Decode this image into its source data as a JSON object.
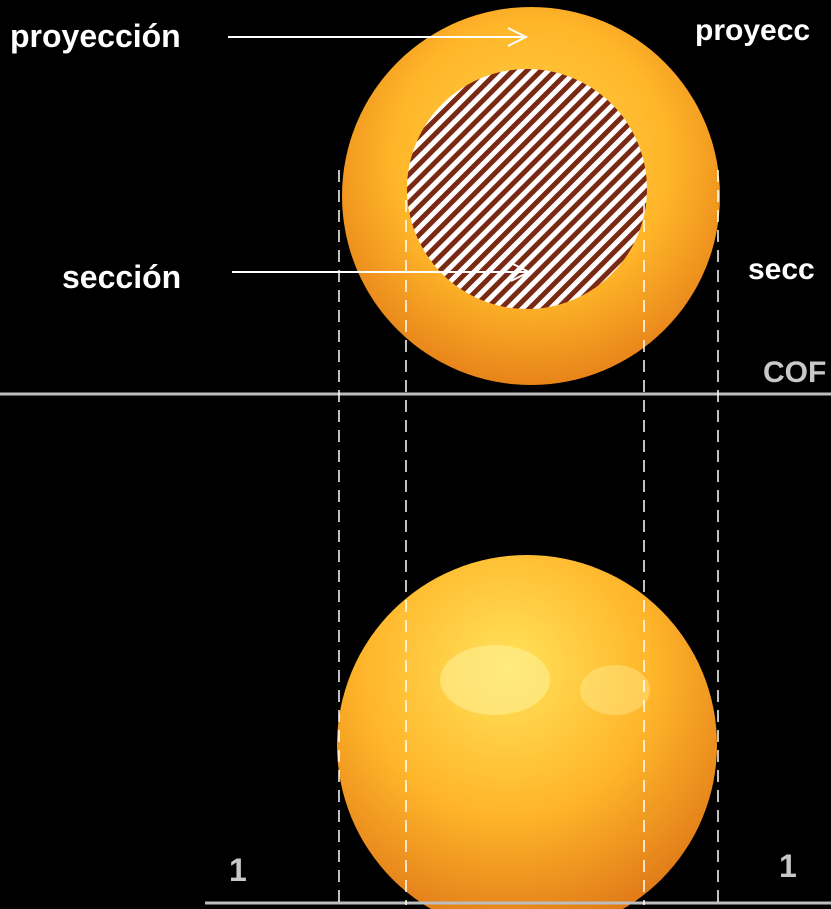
{
  "labels": {
    "proyeccion_left": "proyección",
    "proyeccion_right": "proyecc",
    "seccion_left": "sección",
    "seccion_right": "secc",
    "cut_label": "COF",
    "number_left": "1",
    "number_right": "1"
  },
  "colors": {
    "background": "#000000",
    "sphere_outer": "#f29a1c",
    "sphere_inner": "#ffd24a",
    "hatch": "#7a2a14",
    "guide_line": "#ffffff",
    "divider": "#bdbdbd"
  }
}
